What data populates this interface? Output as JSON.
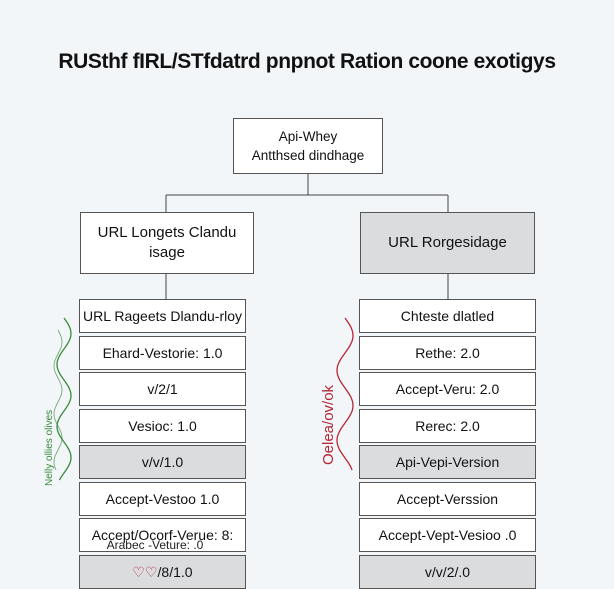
{
  "title": "RUSthf fIRL/STfdatrd pnpnot Ration coone exotigys",
  "root": {
    "line1": "Api-Whey",
    "line2": "Antthsed dindhage"
  },
  "left": {
    "header": "URL Longets Clandu isage",
    "rows": [
      {
        "text": "URL Rageets Dlandu-rloy",
        "shaded": false
      },
      {
        "text": "Ehard-Vestorie: 1.0",
        "shaded": false
      },
      {
        "text": "v/2/1",
        "shaded": false,
        "accent_prefix": ""
      },
      {
        "text": "Vesioc: 1.0",
        "shaded": false
      },
      {
        "text": "v/v/1.0",
        "shaded": true
      },
      {
        "text": "Accept-Vestoo 1.0",
        "shaded": false
      },
      {
        "text": "Accept/Ocorf-Verue: 8:",
        "shaded": false
      },
      {
        "text": "/8/1.0",
        "shaded": true,
        "accent_prefix": "♡♡"
      }
    ],
    "note": "Arabec -Veture: .0",
    "side_text": "Nelly ollies olives"
  },
  "right": {
    "header": "URL Rorgesidage",
    "rows": [
      {
        "text": "Chteste dlatled",
        "shaded": false
      },
      {
        "text": "Rethe: 2.0",
        "shaded": false
      },
      {
        "text": "Accept-Veru: 2.0",
        "shaded": false
      },
      {
        "text": "Rerec: 2.0",
        "shaded": false
      },
      {
        "text": "Api-Vepi-Version",
        "shaded": true
      },
      {
        "text": "Accept-Verssion",
        "shaded": false
      },
      {
        "text": "Accept-Vept-Vesioo .0",
        "shaded": false
      },
      {
        "text": "v/v/2/.0",
        "shaded": true
      }
    ],
    "side_text": "Oelea/ov/ok"
  },
  "colors": {
    "background": "#f3f6f8",
    "box_fill": "#ffffff",
    "box_shaded": "#dadcde",
    "border": "#555555",
    "wave_green": "#3a8a3e",
    "wave_red": "#b62737"
  }
}
